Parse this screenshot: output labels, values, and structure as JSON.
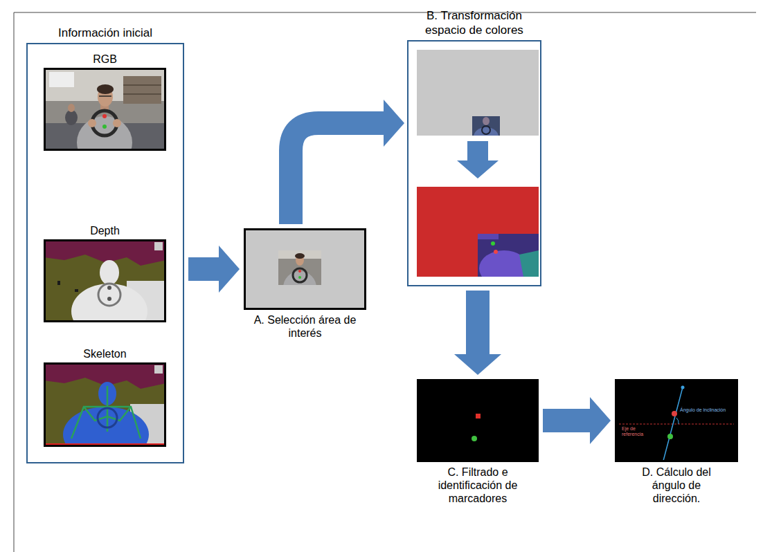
{
  "diagram": {
    "nodes": [
      {
        "text": [
          "Información inicial"
        ]
      },
      {
        "text": [
          "RGB"
        ],
        "in": 0
      },
      {
        "text": [
          "Depth"
        ],
        "in": 0
      },
      {
        "text": [
          "Skeleton"
        ],
        "in": 0
      },
      {
        "text": [
          "A. Selección área de interés"
        ]
      },
      {
        "text": [
          "B. Transformación espacio de colores"
        ]
      },
      {
        "text": [
          "C. Filtrado e identificación de marcadores"
        ]
      },
      {
        "text": [
          "D. Cálculo del ángulo de dirección."
        ]
      }
    ],
    "edges": [
      {
        "from": 0,
        "to": 4,
        "arrow": "to"
      },
      {
        "from": 4,
        "to": 5,
        "arrow": "to"
      },
      {
        "from": 5,
        "to": 6,
        "arrow": "to"
      },
      {
        "from": 6,
        "to": 7,
        "arrow": "to"
      }
    ],
    "labels": [
      "Ángulo de inclinación",
      "Eje de referencia"
    ]
  }
}
